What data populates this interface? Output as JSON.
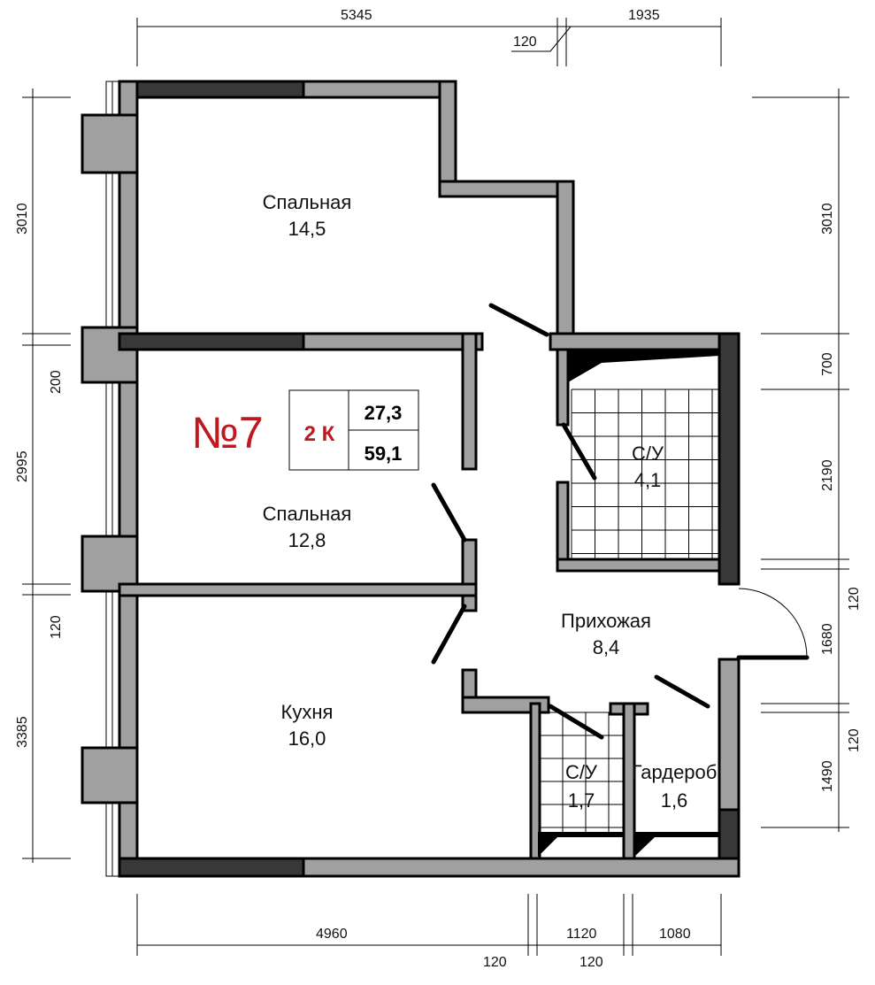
{
  "apartment": {
    "number": "№7",
    "rooms": "2 К",
    "living_area": "27,3",
    "total_area": "59,1",
    "accent_color": "#c0181e"
  },
  "rooms": [
    {
      "name": "Спальная",
      "area": "14,5"
    },
    {
      "name": "Спальная",
      "area": "12,8"
    },
    {
      "name": "Кухня",
      "area": "16,0"
    },
    {
      "name": "Прихожая",
      "area": "8,4"
    },
    {
      "name": "С/У",
      "area": "4,1"
    },
    {
      "name": "С/У",
      "area": "1,7"
    },
    {
      "name": "Гардероб",
      "area": "1,6"
    }
  ],
  "dimensions": {
    "top": [
      "5345",
      "120",
      "1935"
    ],
    "left": [
      "3010",
      "200",
      "2995",
      "120",
      "3385"
    ],
    "right": [
      "3010",
      "700",
      "2190",
      "120",
      "1680",
      "120",
      "1490"
    ],
    "bottom": [
      "4960",
      "120",
      "1120",
      "120",
      "1080"
    ]
  }
}
